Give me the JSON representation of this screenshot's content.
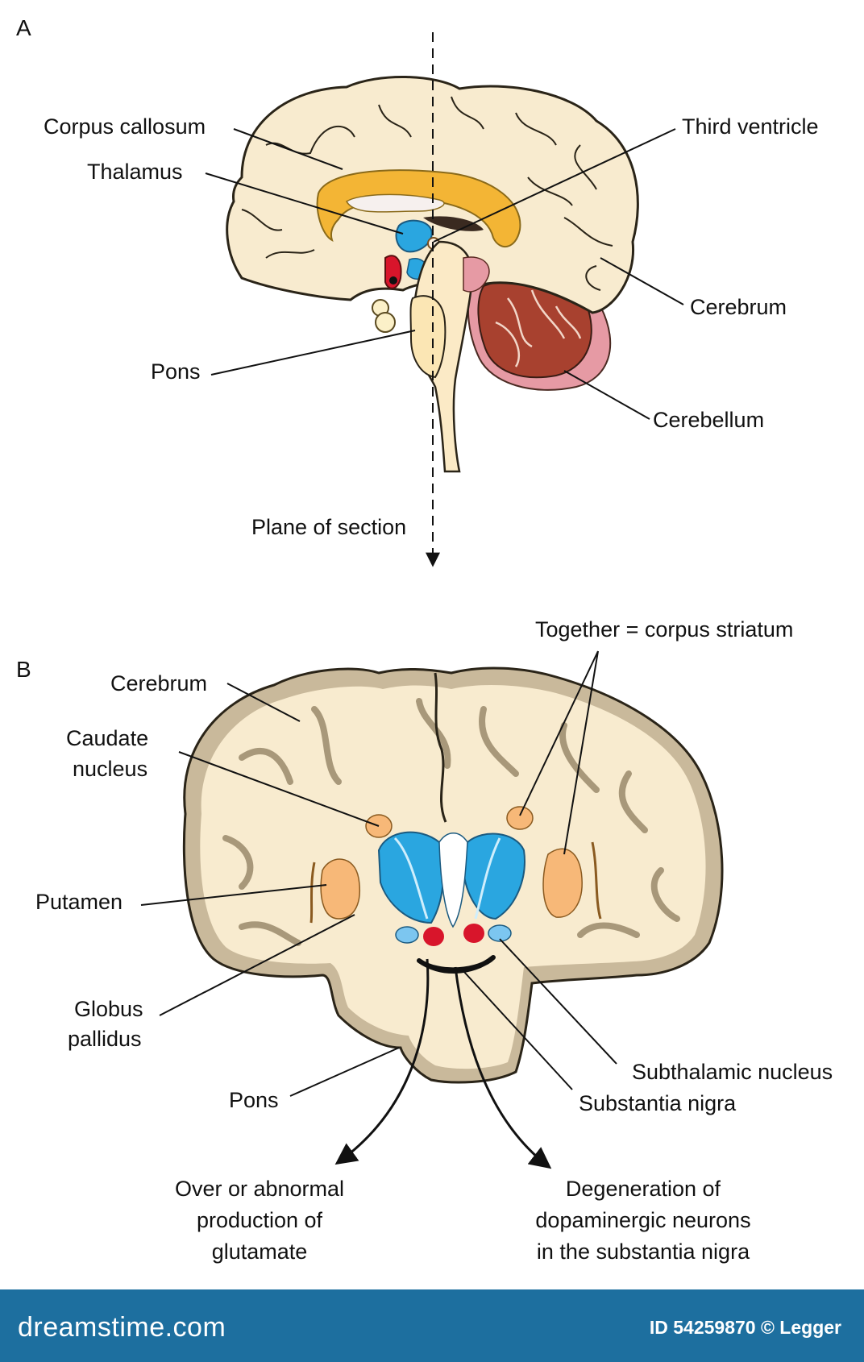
{
  "panels": {
    "a": {
      "letter": "A",
      "labels": {
        "corpus_callosum": "Corpus callosum",
        "thalamus": "Thalamus",
        "third_ventricle": "Third ventricle",
        "cerebrum": "Cerebrum",
        "pons": "Pons",
        "cerebellum": "Cerebellum",
        "plane_of_section": "Plane of section"
      }
    },
    "b": {
      "letter": "B",
      "labels": {
        "together": "Together = corpus striatum",
        "cerebrum": "Cerebrum",
        "caudate_1": "Caudate",
        "caudate_2": "nucleus",
        "putamen": "Putamen",
        "globus_1": "Globus",
        "globus_2": "pallidus",
        "pons": "Pons",
        "subthalamic": "Subthalamic nucleus",
        "substantia": "Substantia nigra"
      },
      "outcomes": {
        "left": [
          "Over or abnormal",
          "production of",
          "glutamate"
        ],
        "right": [
          "Degeneration of",
          "dopaminergic neurons",
          "in the substantia nigra"
        ]
      }
    }
  },
  "footer": {
    "brand": "dreamstime.com",
    "credit": "ID 54259870 © Legger"
  },
  "colors": {
    "brain_tissue": "#f8ebcf",
    "cortex_gray": "#c9b99b",
    "corpus_callosum": "#f3b535",
    "thalamus_blue": "#2aa6e0",
    "cerebellum": "#a8412f",
    "striatum_orange": "#f7b878",
    "red_nucleus": "#d8152b",
    "footer_bar": "#1d6f9f"
  }
}
